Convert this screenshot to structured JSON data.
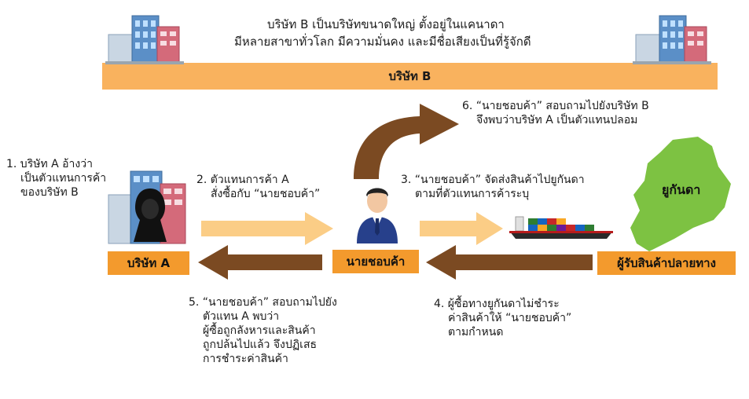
{
  "header": {
    "line1": "บริษัท B เป็นบริษัทขนาดใหญ่ ตั้งอยู่ในแคนาดา",
    "line2": "มีหลายสาขาทั่วโลก มีความมั่นคง และมีชื่อเสียงเป็นที่รู้จักดี",
    "bar_label": "บริษัท B"
  },
  "steps": {
    "s1": [
      "1. บริษัท A อ้างว่า",
      "เป็นตัวแทนการค้า",
      "ของบริษัท B"
    ],
    "s2": [
      "2. ตัวแทนการค้า A",
      "สั่งซื้อกับ “นายชอบค้า”"
    ],
    "s3": [
      "3. “นายชอบค้า” จัดส่งสินค้าไปยูกันดา",
      "ตามที่ตัวแทนการค้าระบุ"
    ],
    "s4": [
      "4. ผู้ซื้อทางยูกันดาไม่ชำระ",
      "ค่าสินค้าให้ “นายชอบค้า”",
      "ตามกำหนด"
    ],
    "s5": [
      "5. “นายชอบค้า” สอบถามไปยัง",
      "ตัวแทน A พบว่า",
      "ผู้ซื้อถูกลังหารและสินค้า",
      "ถูกปล้นไปแล้ว จึงปฏิเสธ",
      "การชำระค่าสินค้า"
    ],
    "s6": [
      "6. “นายชอบค้า” สอบถามไปยังบริษัท B",
      "จึงพบว่าบริษัท A เป็นตัวแทนปลอม"
    ]
  },
  "boxes": {
    "company_a": "บริษัท A",
    "merchant": "นายชอบค้า",
    "receiver": "ผู้รับสินค้าปลายทาง"
  },
  "map_label": "ยูกันดา",
  "colors": {
    "orange_bar": "#f9b25e",
    "label_box": "#f39a2d",
    "light_arrow": "#fbcd86",
    "brown_arrow": "#7b4a22",
    "uganda": "#7dc242"
  }
}
